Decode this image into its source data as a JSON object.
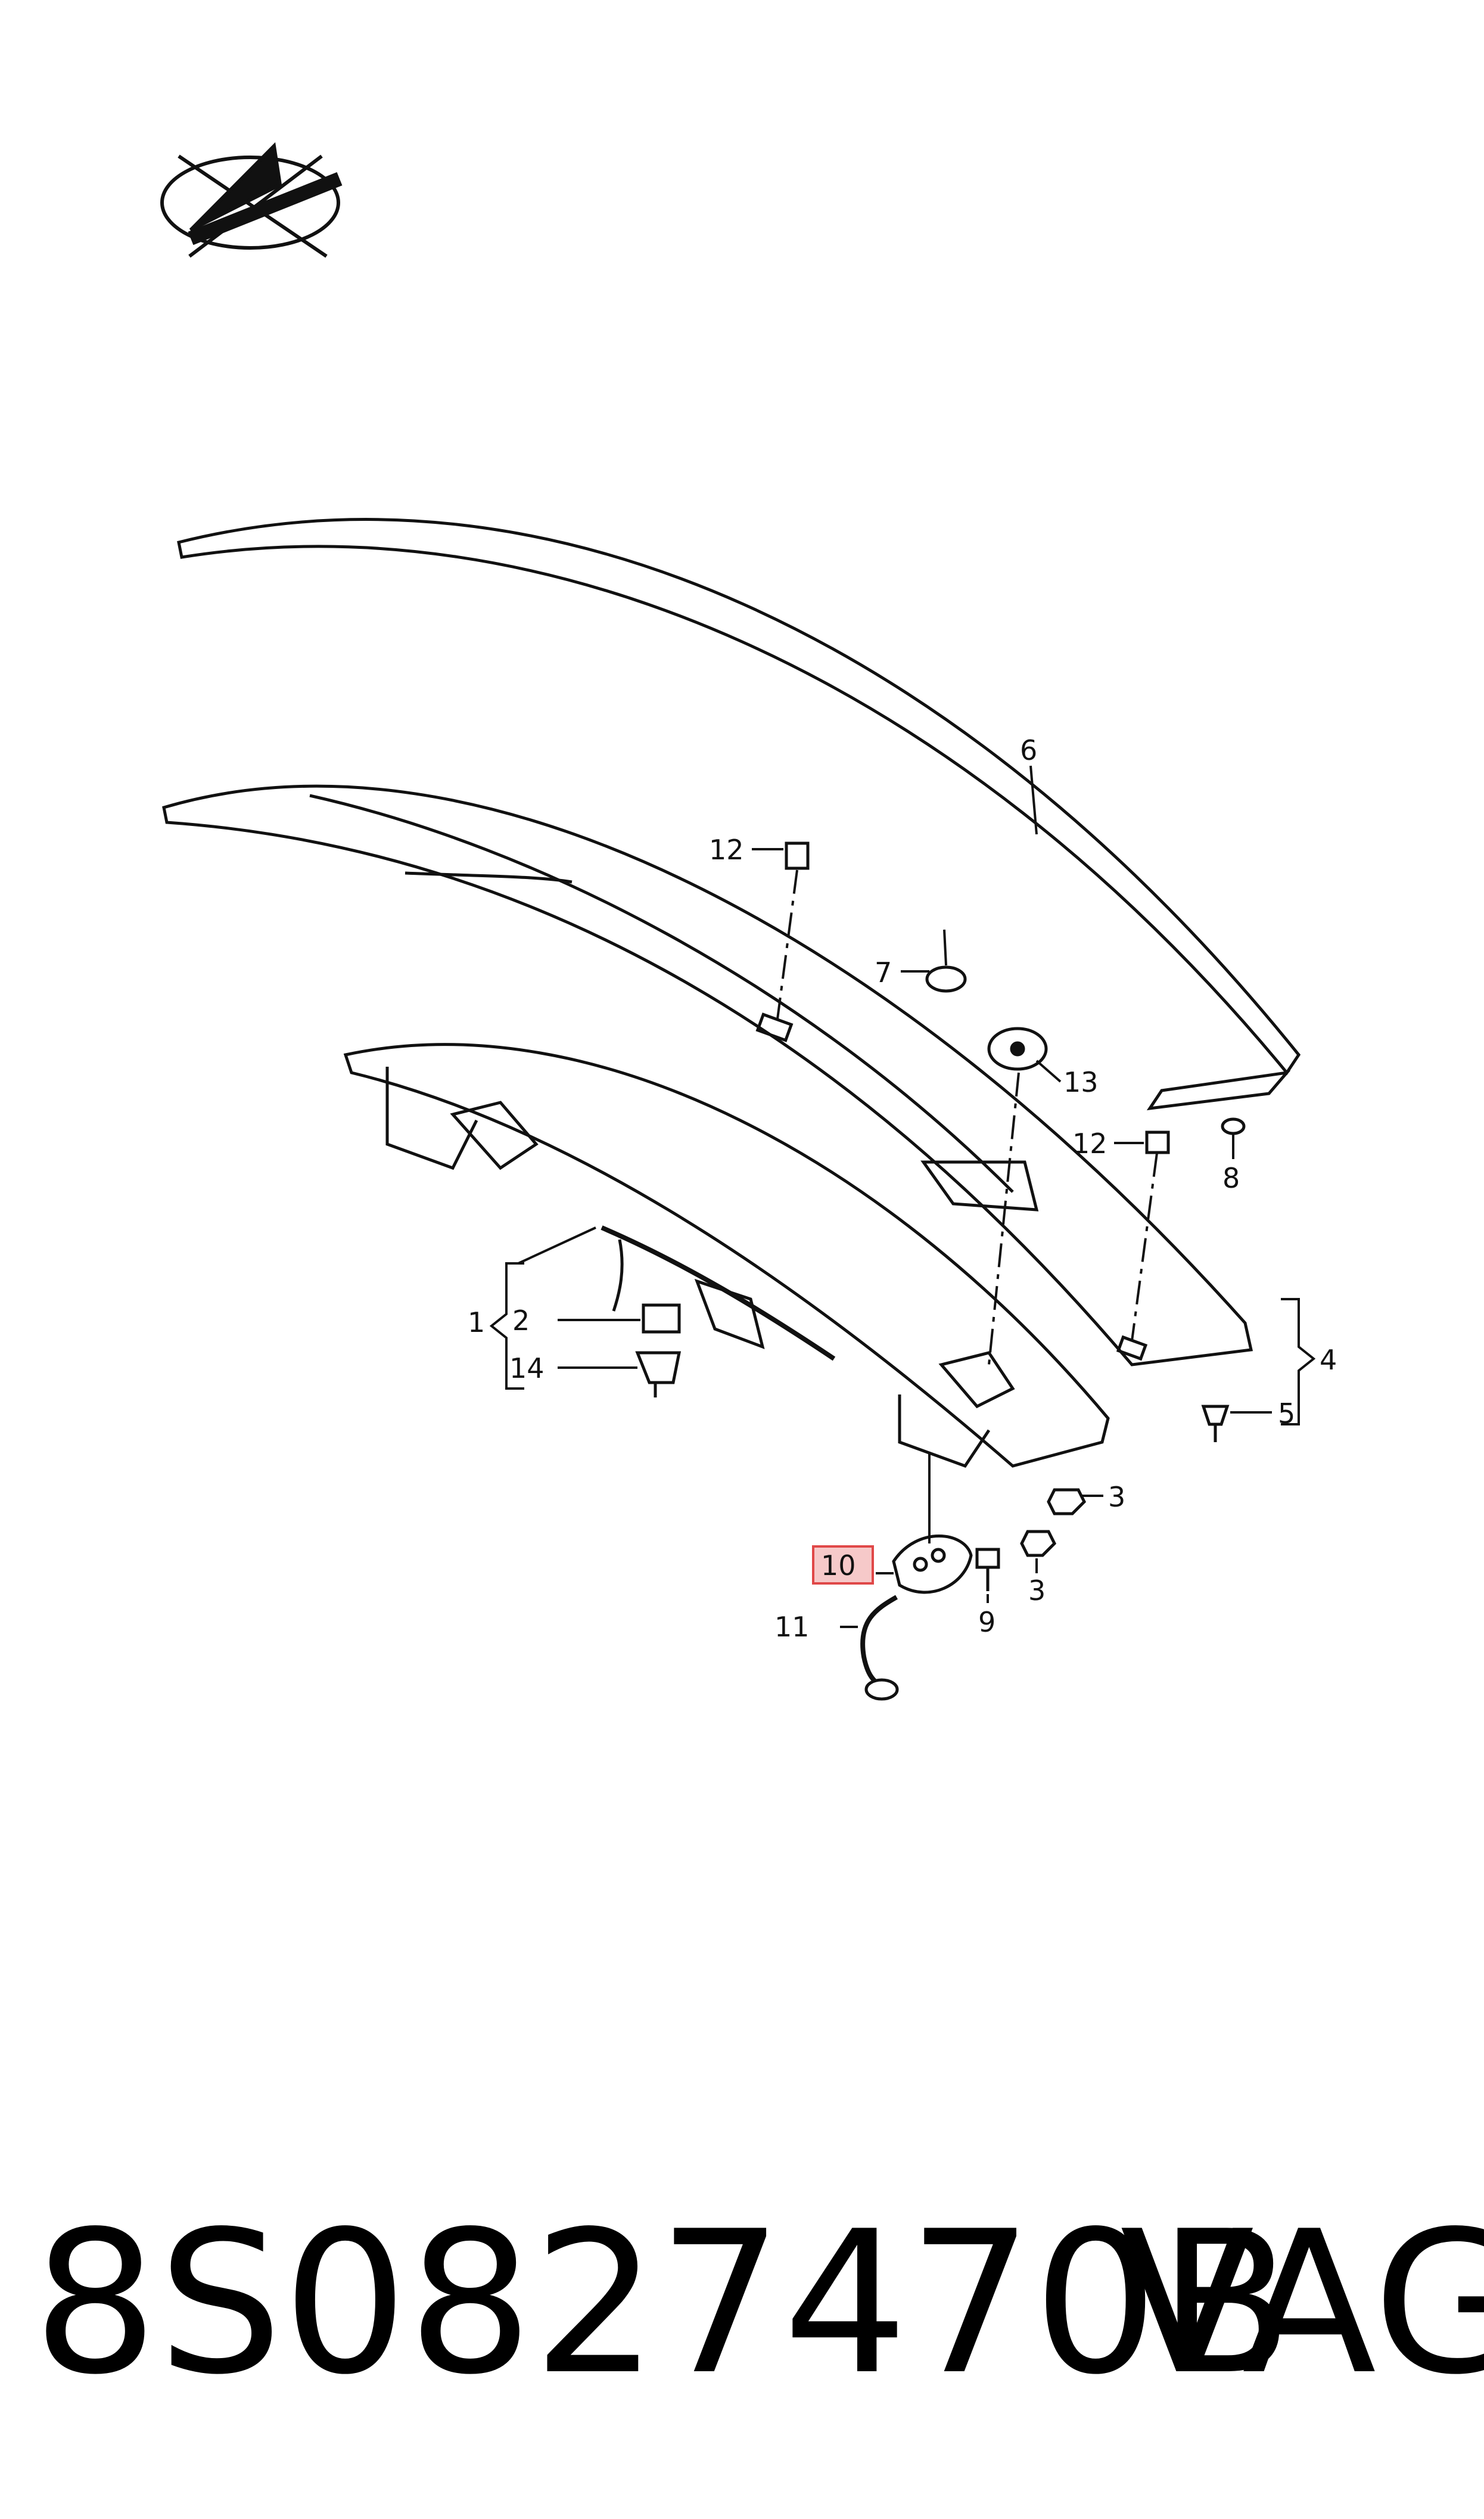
{
  "callouts": [
    {
      "id": "1",
      "label": "1"
    },
    {
      "id": "2",
      "label": "2"
    },
    {
      "id": "3a",
      "label": "3"
    },
    {
      "id": "3b",
      "label": "3"
    },
    {
      "id": "4",
      "label": "4"
    },
    {
      "id": "5",
      "label": "5"
    },
    {
      "id": "6",
      "label": "6"
    },
    {
      "id": "7",
      "label": "7"
    },
    {
      "id": "8",
      "label": "8"
    },
    {
      "id": "9",
      "label": "9"
    },
    {
      "id": "10",
      "label": "10"
    },
    {
      "id": "11",
      "label": "11"
    },
    {
      "id": "12a",
      "label": "12"
    },
    {
      "id": "12b",
      "label": "12"
    },
    {
      "id": "13",
      "label": "13"
    },
    {
      "id": "14",
      "label": "14"
    }
  ],
  "highlight_color": "#e04848",
  "footer": {
    "part_number": "8S0827470B",
    "brand": "VAG"
  }
}
